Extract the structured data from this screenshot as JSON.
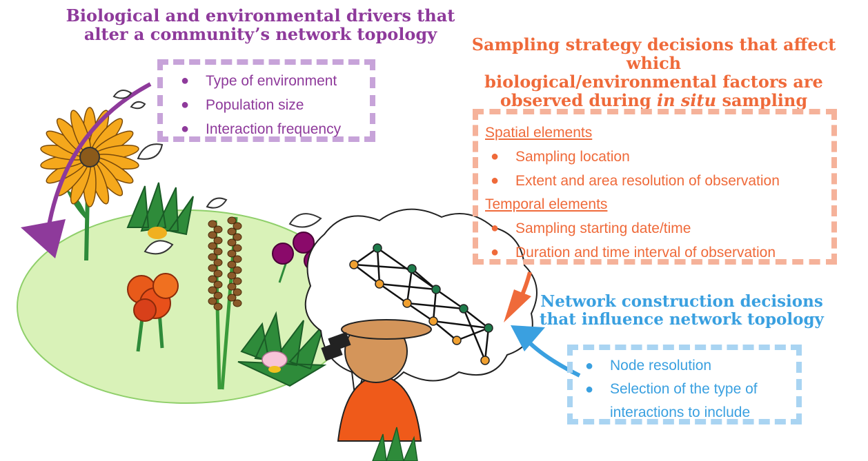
{
  "biological": {
    "heading_line1": "Biological and environmental drivers that",
    "heading_line2": "alter a community’s network topology",
    "color": "#8e3a9b",
    "items": [
      {
        "label": "Type of environment"
      },
      {
        "label": "Population size"
      },
      {
        "label": "Interaction frequency"
      }
    ]
  },
  "sampling": {
    "heading_line1": "Sampling strategy decisions that affect which",
    "heading_line2": "biological/environmental factors are",
    "heading_line3a": "observed during ",
    "heading_line3_italic": "in situ",
    "heading_line3b": " sampling",
    "color": "#ef6a3a",
    "spatial_label": "Spatial elements",
    "spatial_items": [
      {
        "label": "Sampling location"
      },
      {
        "label": "Extent and area resolution of observation"
      }
    ],
    "temporal_label": "Temporal elements",
    "temporal_items": [
      {
        "label": "Sampling starting date/time"
      },
      {
        "label": "Duration and time interval of observation"
      }
    ]
  },
  "network": {
    "heading_line1": "Network construction decisions",
    "heading_line2": "that influence network topology",
    "color": "#3aa0e0",
    "items": [
      {
        "label": "Node resolution"
      },
      {
        "label": "Selection of the type of interactions to include"
      }
    ]
  },
  "illustration": {
    "meadow_color": "#d9f2b8",
    "node_orange": "#f0a030",
    "node_green": "#1e7a4a"
  }
}
